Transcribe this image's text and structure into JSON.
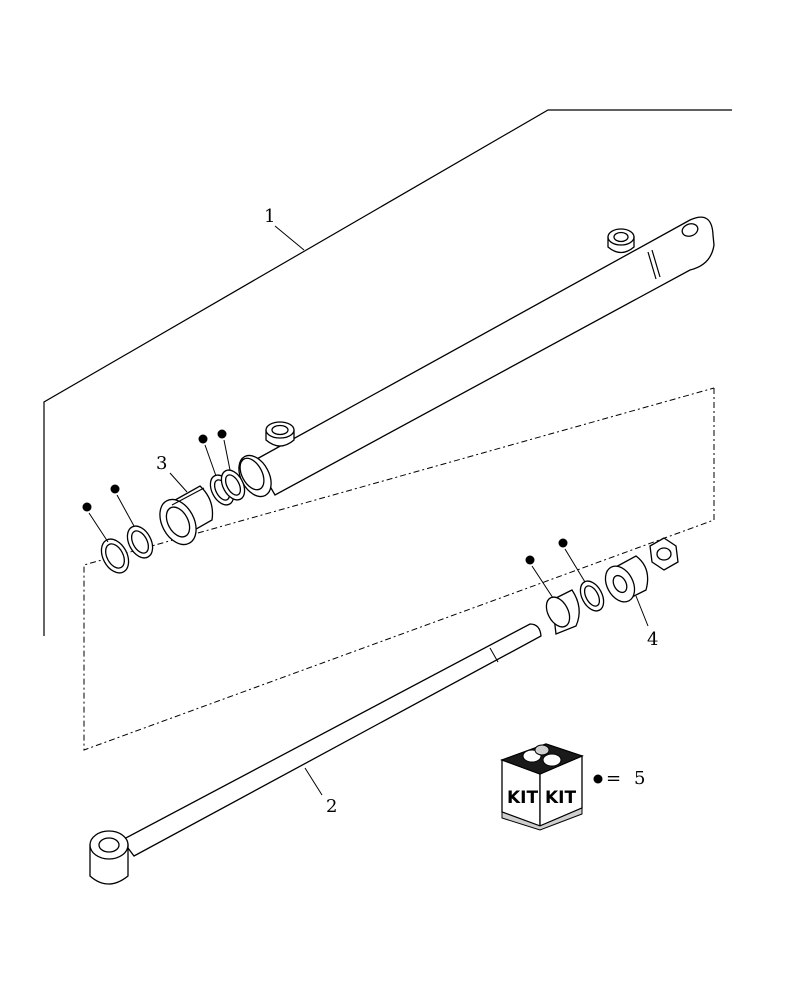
{
  "callouts": {
    "item1": "1",
    "item2": "2",
    "item3": "3",
    "item4": "4"
  },
  "kit": {
    "label_left": "KIT",
    "label_right": "KIT",
    "legend_symbol": "•",
    "legend_equals": "=",
    "legend_item": "5"
  },
  "colors": {
    "ink": "#000000",
    "paper": "#ffffff",
    "kit_shade": "#cfcfcf"
  }
}
